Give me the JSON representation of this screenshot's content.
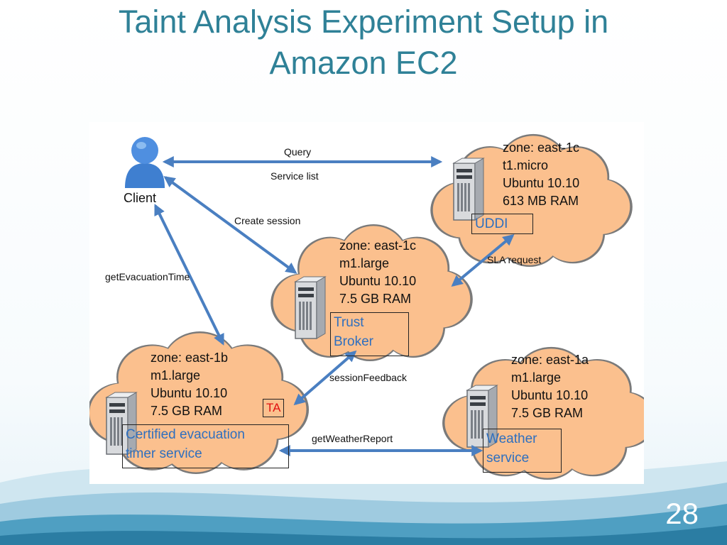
{
  "slide": {
    "title_line1": "Taint Analysis Experiment Setup in",
    "title_line2": "Amazon EC2",
    "page_number": "28"
  },
  "diagram": {
    "client_label": "Client",
    "edges": {
      "query": "Query",
      "service_list": "Service list",
      "create_session": "Create session",
      "get_evacuation_time": "getEvacuationTime",
      "sla_request": "SLA request",
      "session_feedback": "sessionFeedback",
      "get_weather_report": "getWeatherReport"
    },
    "nodes": {
      "uddi": {
        "zone": "zone: east-1c",
        "instance": "t1.micro",
        "os": "Ubuntu 10.10",
        "ram": "613 MB RAM",
        "service": "UDDI"
      },
      "trust_broker": {
        "zone": "zone: east-1c",
        "instance": "m1.large",
        "os": "Ubuntu 10.10",
        "ram": "7.5 GB RAM",
        "service": "Trust\nBroker"
      },
      "evacuation": {
        "zone": "zone: east-1b",
        "instance": "m1.large",
        "os": "Ubuntu 10.10",
        "ram": "7.5 GB RAM",
        "service": "Certified evacuation\ntimer service",
        "ta_label": "TA"
      },
      "weather": {
        "zone": "zone: east-1a",
        "instance": "m1.large",
        "os": "Ubuntu 10.10",
        "ram": "7.5 GB RAM",
        "service": "Weather\nservice"
      }
    },
    "colors": {
      "cloud_fill": "#fbc08e",
      "cloud_stroke": "#7a7a7a",
      "arrow": "#4a7fc1",
      "service_text": "#2e6fbf",
      "ta_text": "#e01010",
      "title": "#2f8197"
    }
  }
}
